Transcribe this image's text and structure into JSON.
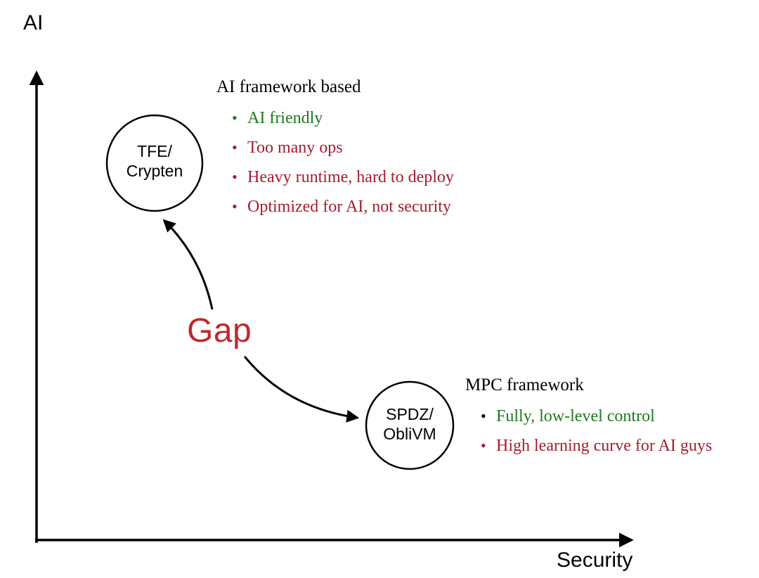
{
  "axes": {
    "y_label": "AI",
    "x_label": "Security"
  },
  "nodes": [
    {
      "label_line1": "TFE/",
      "label_line2": "Crypten"
    },
    {
      "label_line1": "SPDZ/",
      "label_line2": "ObliVM"
    }
  ],
  "gap_label": "Gap",
  "annotations": [
    {
      "title": "AI framework based",
      "bullets": [
        {
          "text": "AI friendly",
          "sentiment": "positive"
        },
        {
          "text": "Too many ops",
          "sentiment": "negative"
        },
        {
          "text": "Heavy runtime, hard to deploy",
          "sentiment": "negative"
        },
        {
          "text": "Optimized for AI, not security",
          "sentiment": "negative"
        }
      ]
    },
    {
      "title": "MPC framework",
      "bullets": [
        {
          "text": "Fully, low-level control",
          "sentiment": "positive"
        },
        {
          "text": "High learning curve for AI guys",
          "sentiment": "negative"
        }
      ]
    }
  ],
  "colors": {
    "positive": "#1e7a1e",
    "negative": "#a61c30",
    "gap": "#c1272d",
    "ink": "#000000"
  }
}
